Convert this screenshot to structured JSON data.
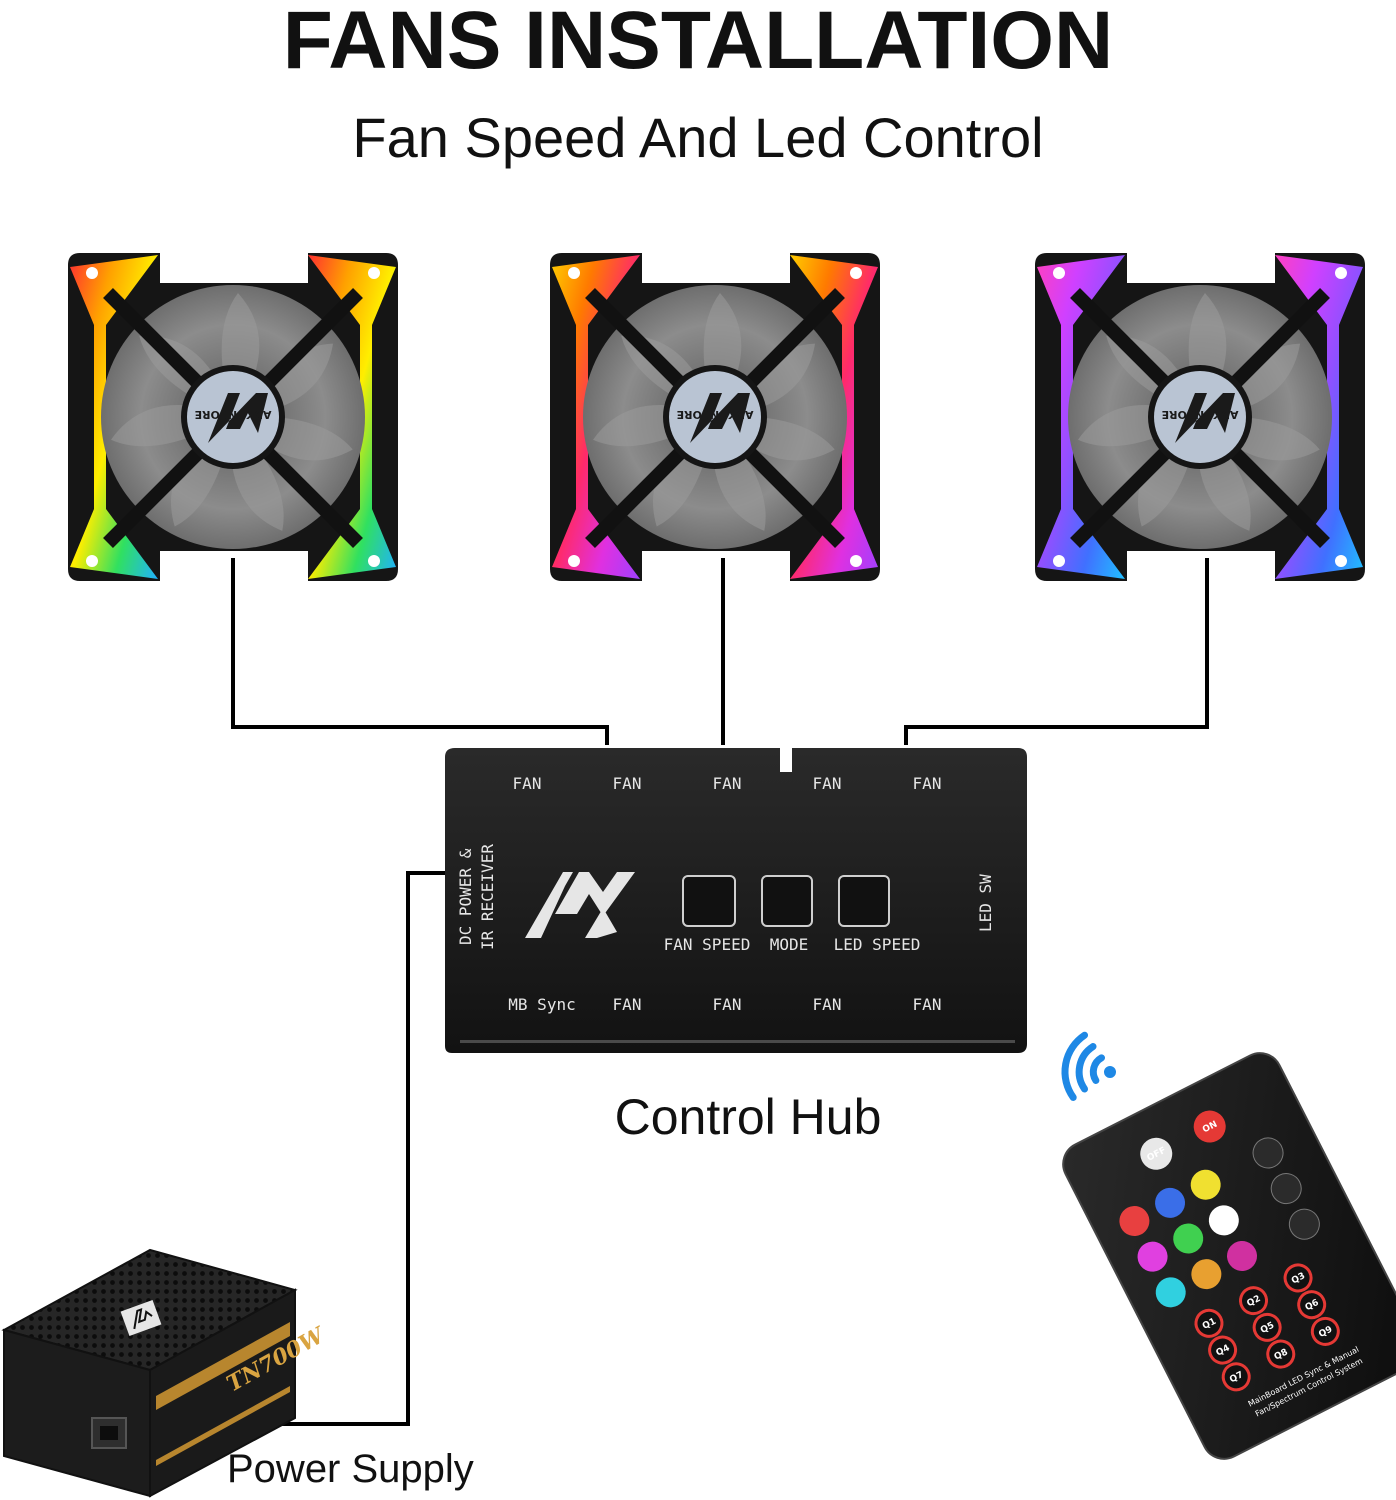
{
  "title": "FANS INSTALLATION",
  "subtitle": "Fan Speed And Led Control",
  "labels": {
    "control_hub": "Control Hub",
    "power_supply": "Power Supply"
  },
  "hub": {
    "top_ports": [
      "FAN",
      "FAN",
      "FAN",
      "FAN",
      "FAN"
    ],
    "bottom_ports": [
      "MB Sync",
      "FAN",
      "FAN",
      "FAN",
      "FAN"
    ],
    "dc_power_line1": "DC POWER &",
    "dc_power_line2": "IR RECEIVER",
    "buttons": [
      {
        "label": "FAN SPEED"
      },
      {
        "label": "MODE"
      },
      {
        "label": "LED SPEED"
      }
    ],
    "led_switch": "LED SW"
  },
  "fans": [
    {
      "brand": "ABKONCORE",
      "colors": [
        "#ff3030",
        "#ffa000",
        "#ffee00",
        "#30e060",
        "#20b0ff"
      ]
    },
    {
      "brand": "ABKONCORE",
      "colors": [
        "#ffcc00",
        "#ff7a00",
        "#ff2a6a",
        "#e030e0",
        "#a040ff"
      ]
    },
    {
      "brand": "ABKONCORE",
      "colors": [
        "#ff40c0",
        "#d040ff",
        "#9050ff",
        "#4070ff",
        "#20c0ff"
      ]
    }
  ],
  "psu": {
    "model": "TN700W"
  },
  "remote": {
    "off_label": "OFF",
    "on_label": "ON",
    "footer_line1": "MainBoard LED Sync & Manual",
    "footer_line2": "Fan/Spectrum Control System",
    "color_buttons": [
      "#e84040",
      "#3a6ee8",
      "#f0e030",
      "#e040e0",
      "#40d050",
      "#ffffff",
      "#30d0e0",
      "#e8a030",
      "#d030a0"
    ],
    "numbered_buttons": [
      "Q1",
      "Q2",
      "Q3",
      "Q4",
      "Q5",
      "Q6",
      "Q7",
      "Q8",
      "Q9"
    ]
  },
  "colors": {
    "wifi_signal": "#1e88e5",
    "hub_body": "#1c1c1c",
    "wire": "#000000"
  },
  "icons": {
    "logo": "abkoncore-logo",
    "wireless": "wireless-signal-icon"
  }
}
